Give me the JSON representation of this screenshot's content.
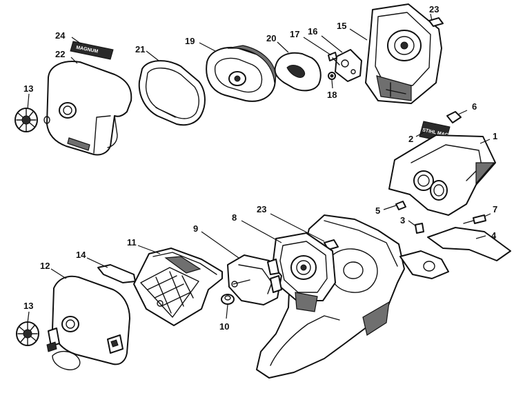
{
  "callouts": [
    {
      "id": "c1",
      "text": "1"
    },
    {
      "id": "c2",
      "text": "2"
    },
    {
      "id": "c3",
      "text": "3"
    },
    {
      "id": "c4",
      "text": "4"
    },
    {
      "id": "c5",
      "text": "5"
    },
    {
      "id": "c6",
      "text": "6"
    },
    {
      "id": "c7",
      "text": "7"
    },
    {
      "id": "c8",
      "text": "8"
    },
    {
      "id": "c9",
      "text": "9"
    },
    {
      "id": "c10",
      "text": "10"
    },
    {
      "id": "c11",
      "text": "11"
    },
    {
      "id": "c12",
      "text": "12"
    },
    {
      "id": "c13a",
      "text": "13"
    },
    {
      "id": "c13b",
      "text": "13"
    },
    {
      "id": "c14",
      "text": "14"
    },
    {
      "id": "c15",
      "text": "15"
    },
    {
      "id": "c16",
      "text": "16"
    },
    {
      "id": "c17",
      "text": "17"
    },
    {
      "id": "c18",
      "text": "18"
    },
    {
      "id": "c19",
      "text": "19"
    },
    {
      "id": "c20",
      "text": "20"
    },
    {
      "id": "c21",
      "text": "21"
    },
    {
      "id": "c22",
      "text": "22"
    },
    {
      "id": "c23a",
      "text": "23"
    },
    {
      "id": "c23b",
      "text": "23"
    },
    {
      "id": "c24",
      "text": "24"
    }
  ],
  "decals": {
    "magnum_upper": "MAGNUM",
    "stihl_magnum": "STIHL MAGNUM"
  },
  "colors": {
    "ink": "#111111",
    "paper": "#ffffff",
    "shade": "#6f6f6f"
  }
}
